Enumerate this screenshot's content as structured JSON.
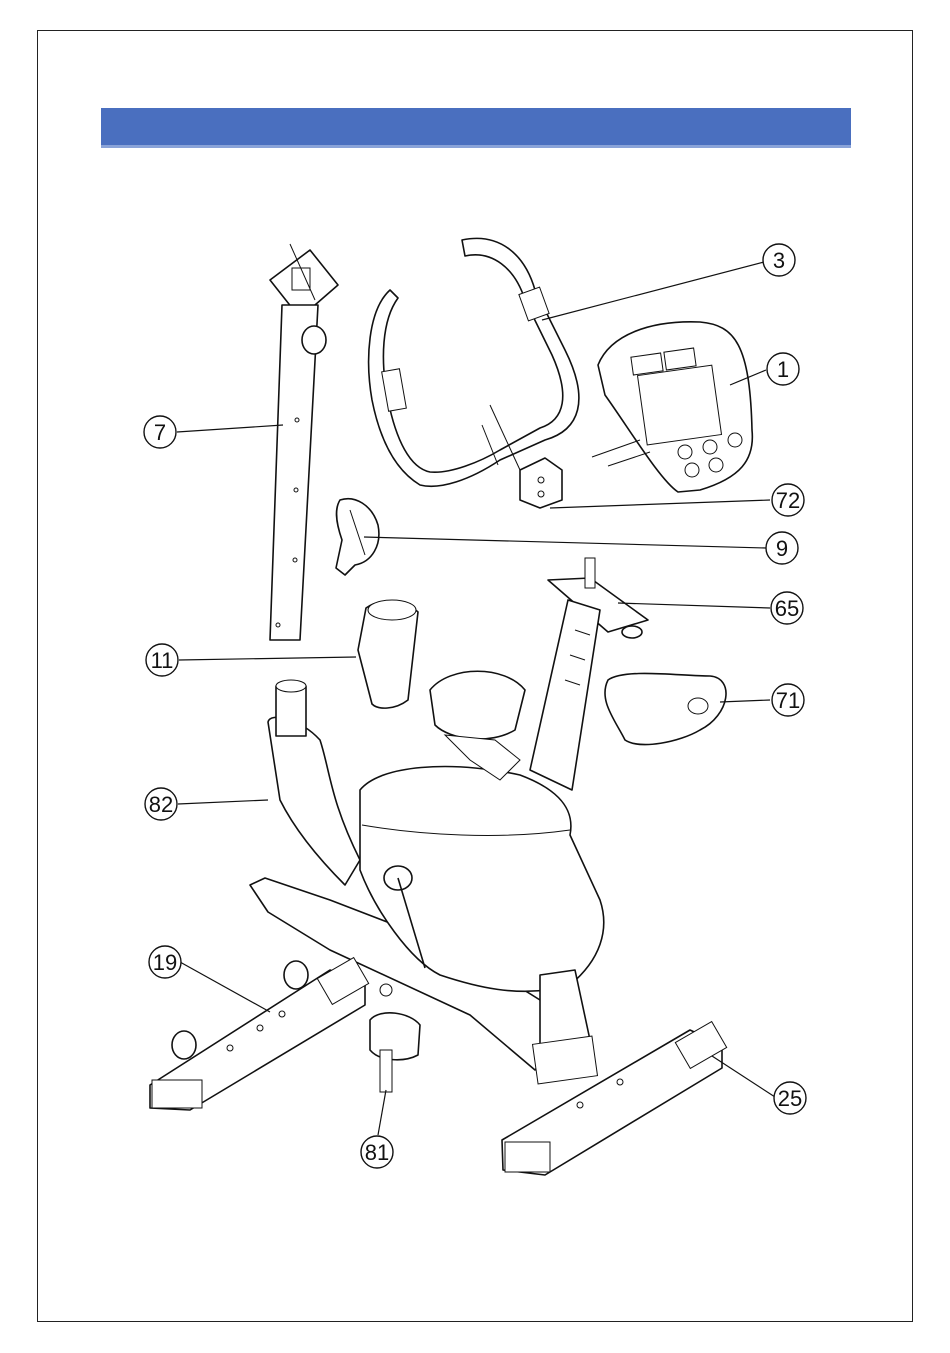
{
  "colors": {
    "title_bar": "#4a6fbf",
    "line": "#111111"
  },
  "callouts": [
    {
      "id": "3",
      "label": "3"
    },
    {
      "id": "1",
      "label": "1"
    },
    {
      "id": "7",
      "label": "7"
    },
    {
      "id": "72",
      "label": "72"
    },
    {
      "id": "9",
      "label": "9"
    },
    {
      "id": "65",
      "label": "65"
    },
    {
      "id": "11",
      "label": "11"
    },
    {
      "id": "71",
      "label": "71"
    },
    {
      "id": "82",
      "label": "82"
    },
    {
      "id": "19",
      "label": "19"
    },
    {
      "id": "25",
      "label": "25"
    },
    {
      "id": "81",
      "label": "81"
    }
  ]
}
